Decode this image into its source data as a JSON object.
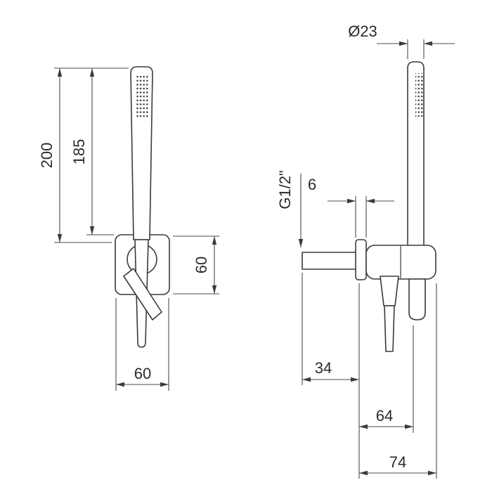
{
  "drawing": {
    "front": {
      "total_length": "200",
      "upper_length": "185",
      "bracket_height": "60",
      "bracket_width": "60"
    },
    "side": {
      "head_diameter": "Ø23",
      "thread": "G1/2\"",
      "plate_thickness": "6",
      "supply_projection": "34",
      "wall_to_axis": "64",
      "total_projection": "74"
    },
    "colors": {
      "line": "#3a3a3a",
      "dimension": "#4a4a4a",
      "background": "#ffffff"
    }
  }
}
